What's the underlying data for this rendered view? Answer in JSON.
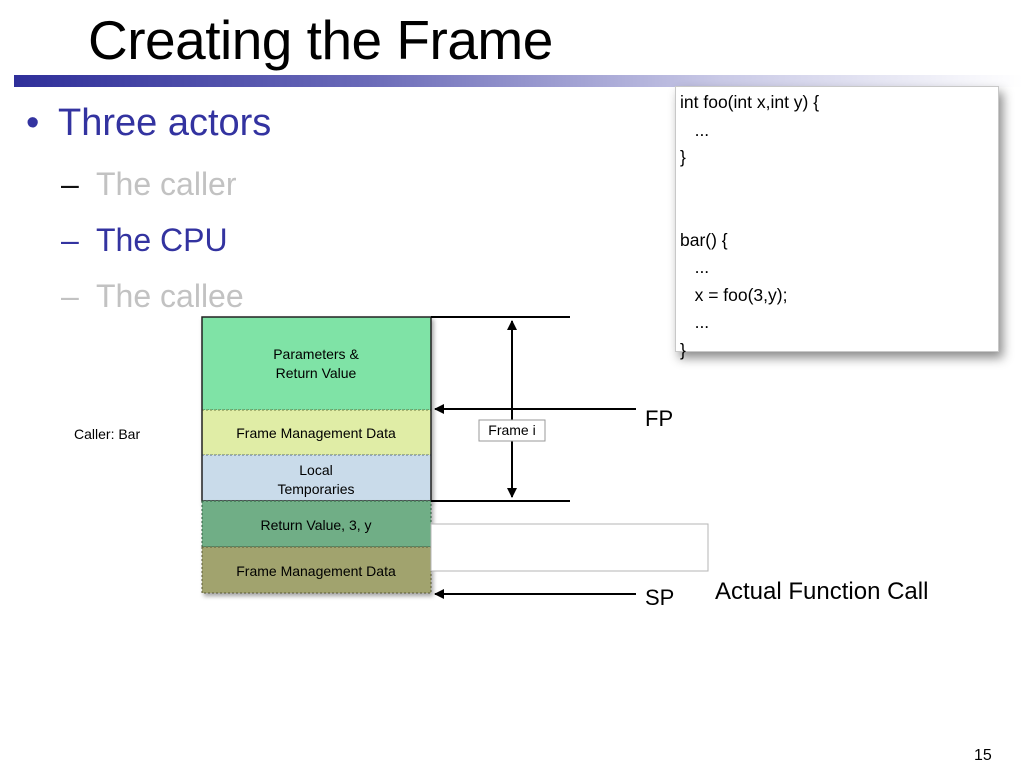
{
  "slide": {
    "title": "Creating the Frame",
    "page_number": "15"
  },
  "bullets": {
    "main": {
      "marker": "•",
      "text": "Three actors"
    },
    "subs": [
      {
        "marker": "–",
        "text": "The caller"
      },
      {
        "marker": "–",
        "text": "The CPU"
      },
      {
        "marker": "–",
        "text": "The callee"
      }
    ]
  },
  "code": {
    "lines": [
      "int foo(int x,int y) {",
      "   ...",
      "}",
      "",
      "",
      "bar() {",
      "   ...",
      "   x = foo(3,y);",
      "   ...",
      "}"
    ]
  },
  "diagram": {
    "caller_label": "Caller: Bar",
    "blocks": {
      "params": [
        "Parameters &",
        "Return Value"
      ],
      "fmd_top": "Frame Management Data",
      "locals": [
        "Local",
        "Temporaries"
      ],
      "return_value": "Return Value, 3, y",
      "fmd_bottom": "Frame Management Data"
    },
    "frame_label": "Frame i",
    "fp_label": "FP",
    "sp_label": "SP",
    "caption": "Actual Function Call"
  },
  "colors": {
    "accent_blue": "#3333a0",
    "dimmed_text": "#c2c2c2",
    "params_fill": "#7fe3a6",
    "fmd_fill": "#e0eda6",
    "locals_fill": "#c9dbea",
    "return_fill": "#6fae86",
    "fmd_bottom_fill": "#a1a36e"
  }
}
